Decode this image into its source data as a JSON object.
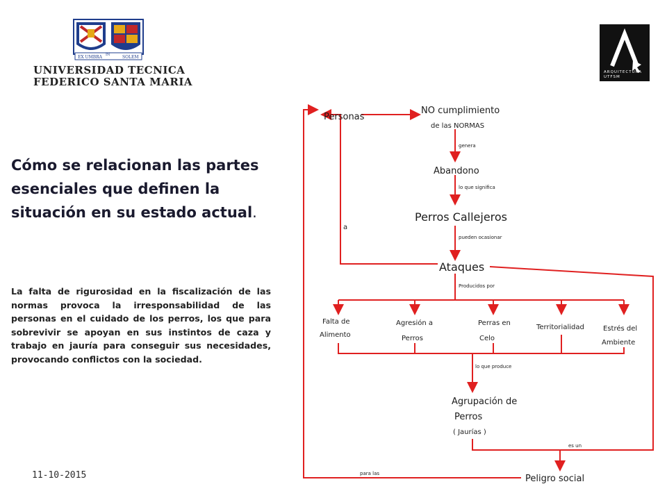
{
  "university": {
    "line1": "UNIVERSIDAD TECNICA",
    "line2": "FEDERICO SANTA MARIA",
    "motto_left": "EX UMBRA",
    "motto_mid": "IN",
    "motto_right": "SOLEM"
  },
  "arq_logo": {
    "letter": "A",
    "line1": "ARQUITECTURA",
    "line2": "UTFSM"
  },
  "heading": {
    "main": "Cómo se relacionan las partes esenciales que definen la situación en su estado actual",
    "dot": "."
  },
  "body": "La falta de rigurosidad en la fiscalización de las normas provoca la irresponsabilidad de las personas en el cuidado de los perros, los que para sobrevivir se apoyan en sus instintos de caza y trabajo en jauría para conseguir sus necesidades, provocando conflictos con la sociedad.",
  "date": "11-10-2015",
  "diagram": {
    "personas": "Personas",
    "no_cumplimiento_1": "NO cumplimiento",
    "no_cumplimiento_2": "de las NORMAS",
    "genera": "genera",
    "abandono": "Abandono",
    "lo_que_significa": "lo que significa",
    "perros_callejeros": "Perros Callejeros",
    "pueden_ocasionar": "pueden ocasionar",
    "a": "a",
    "ataques": "Ataques",
    "producidos_por": "Producidos por",
    "falta_1": "Falta de",
    "falta_2": "Alimento",
    "agresion_1": "Agresión a",
    "agresion_2": "Perros",
    "celo_1": "Perras en",
    "celo_2": "Celo",
    "territorialidad": "Territorialidad",
    "estres_1": "Estrés del",
    "estres_2": "Ambiente",
    "lo_que_produce": "lo que produce",
    "agrupacion_1": "Agrupación de",
    "agrupacion_2": "Perros",
    "agrupacion_3": "( Jaurías )",
    "es_un": "es un",
    "para_las": "para las",
    "peligro": "Peligro social"
  },
  "colors": {
    "arrow": "#e02020",
    "logo_bg": "#111111",
    "shield_blue": "#1f3d8c",
    "shield_red": "#c0282a",
    "shield_gold": "#e6a817"
  }
}
